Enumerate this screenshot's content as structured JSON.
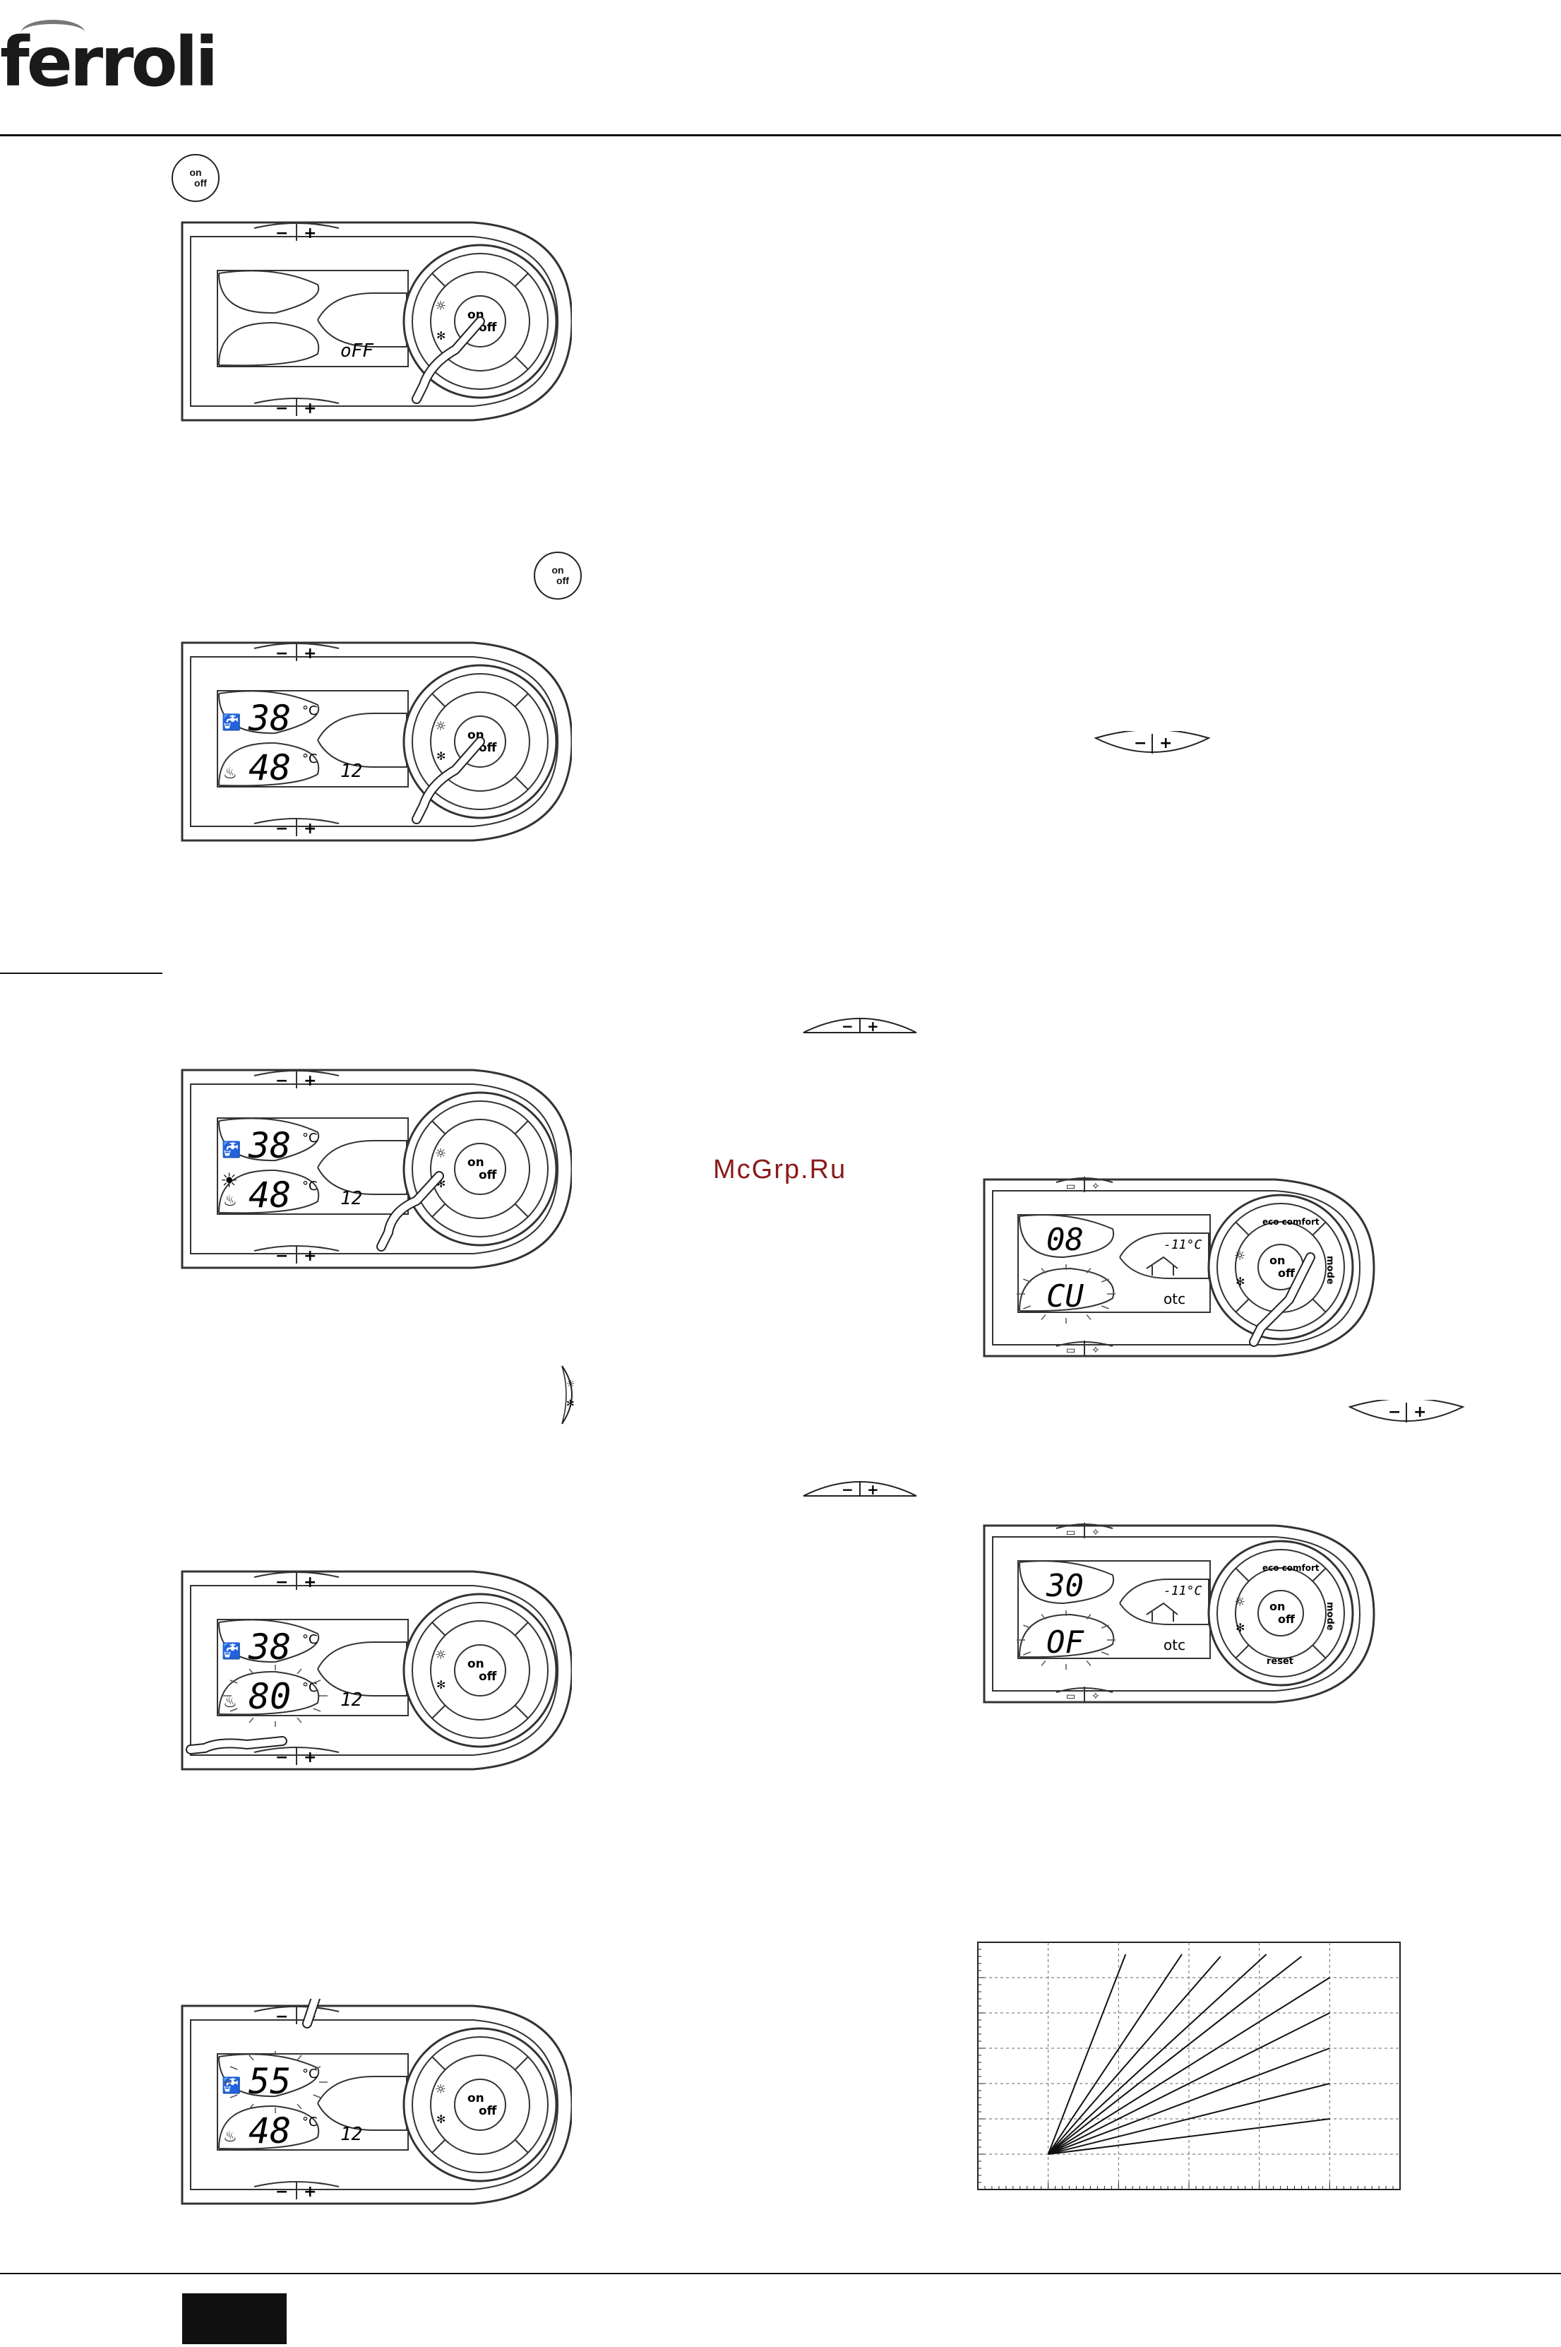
{
  "brand": "ferroli",
  "watermark": "McGrp.Ru",
  "onoff_icon": {
    "on": "on",
    "off": "off"
  },
  "panels": [
    {
      "id": "panel-1",
      "dhw": "",
      "heat": "",
      "status": "oFF",
      "hand": "onoff"
    },
    {
      "id": "panel-2",
      "dhw": "38",
      "heat": "48",
      "status": "12",
      "hand": "onoff"
    },
    {
      "id": "panel-3",
      "dhw": "38",
      "heat": "48",
      "status": "12",
      "hand": "mode",
      "sun": true
    },
    {
      "id": "panel-4",
      "dhw": "38",
      "heat": "80",
      "status": "12",
      "hand": "heat-minus",
      "blink": "heat"
    },
    {
      "id": "panel-5",
      "dhw": "55",
      "heat": "48",
      "status": "12",
      "hand": "dhw-plus",
      "blink": "dhw"
    }
  ],
  "otc_panels": [
    {
      "id": "otc-1",
      "top": "08",
      "bottom": "CU",
      "temp": "-11°C",
      "label": "otc",
      "ring_top": "eco comfort",
      "ring_right": "mode",
      "ring_bottom": ""
    },
    {
      "id": "otc-2",
      "top": "30",
      "bottom": "OF",
      "temp": "-11°C",
      "label": "otc",
      "ring_top": "eco comfort",
      "ring_right": "mode",
      "ring_bottom": "reset"
    }
  ],
  "units": {
    "celsius": "°C"
  },
  "button_labels": {
    "on": "on",
    "off": "off",
    "minus": "−",
    "plus": "+"
  },
  "chart_data": {
    "type": "line",
    "title": "",
    "xlabel": "",
    "ylabel": "",
    "grid": true,
    "series": [
      {
        "values": [
          [
            0,
            0
          ],
          [
            1.1,
            2.83
          ]
        ]
      },
      {
        "values": [
          [
            0,
            0
          ],
          [
            1.9,
            2.83
          ]
        ]
      },
      {
        "values": [
          [
            0,
            0
          ],
          [
            2.45,
            2.8
          ]
        ]
      },
      {
        "values": [
          [
            0,
            0
          ],
          [
            3.1,
            2.83
          ]
        ]
      },
      {
        "values": [
          [
            0,
            0
          ],
          [
            3.6,
            2.8
          ]
        ]
      },
      {
        "values": [
          [
            0,
            0
          ],
          [
            4.0,
            2.5
          ]
        ]
      },
      {
        "values": [
          [
            0,
            0
          ],
          [
            4.0,
            2.0
          ]
        ]
      },
      {
        "values": [
          [
            0,
            0
          ],
          [
            4.0,
            1.5
          ]
        ]
      },
      {
        "values": [
          [
            0,
            0
          ],
          [
            4.0,
            1.0
          ]
        ]
      },
      {
        "values": [
          [
            0,
            0
          ],
          [
            4.0,
            0.5
          ]
        ]
      }
    ],
    "xlim": [
      -1,
      5
    ],
    "ylim": [
      -0.5,
      3.0
    ]
  }
}
